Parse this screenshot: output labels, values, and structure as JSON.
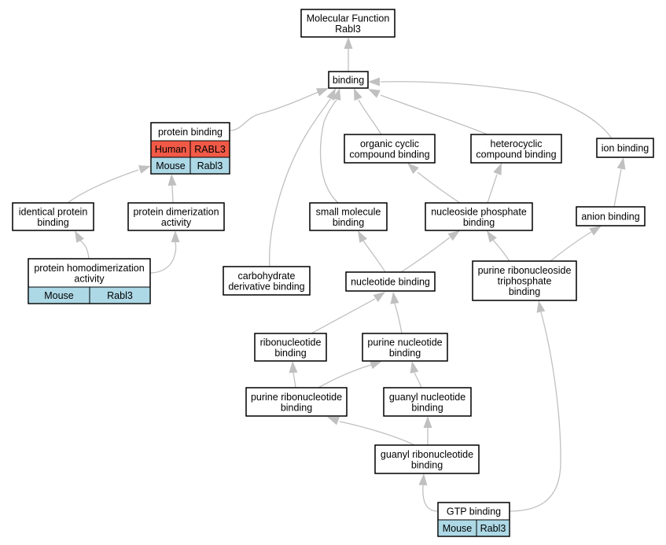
{
  "colors": {
    "human": "#f25a47",
    "mouse": "#add8e6",
    "edge": "#c0c0c0"
  },
  "nodes": {
    "molecular_function": {
      "lines": [
        "Molecular Function",
        "Rabl3"
      ]
    },
    "binding": {
      "lines": [
        "binding"
      ]
    },
    "protein_binding": {
      "lines": [
        "protein binding"
      ],
      "annotations": [
        {
          "species": "Human",
          "gene": "RABL3"
        },
        {
          "species": "Mouse",
          "gene": "Rabl3"
        }
      ]
    },
    "organic_cyclic": {
      "lines": [
        "organic cyclic",
        "compound binding"
      ]
    },
    "heterocyclic": {
      "lines": [
        "heterocyclic",
        "compound binding"
      ]
    },
    "ion_binding": {
      "lines": [
        "ion binding"
      ]
    },
    "identical_protein": {
      "lines": [
        "identical protein",
        "binding"
      ]
    },
    "protein_dimerization": {
      "lines": [
        "protein dimerization",
        "activity"
      ]
    },
    "small_molecule": {
      "lines": [
        "small molecule",
        "binding"
      ]
    },
    "nucleoside_phosphate": {
      "lines": [
        "nucleoside phosphate",
        "binding"
      ]
    },
    "anion_binding": {
      "lines": [
        "anion binding"
      ]
    },
    "protein_homodimerization": {
      "lines": [
        "protein homodimerization",
        "activity"
      ],
      "annotations": [
        {
          "species": "Mouse",
          "gene": "Rabl3"
        }
      ]
    },
    "carbohydrate_derivative": {
      "lines": [
        "carbohydrate",
        "derivative binding"
      ]
    },
    "nucleotide_binding": {
      "lines": [
        "nucleotide binding"
      ]
    },
    "purine_ribonucleoside_triphosphate": {
      "lines": [
        "purine ribonucleoside",
        "triphosphate",
        "binding"
      ]
    },
    "ribonucleotide_binding": {
      "lines": [
        "ribonucleotide",
        "binding"
      ]
    },
    "purine_nucleotide": {
      "lines": [
        "purine nucleotide",
        "binding"
      ]
    },
    "purine_ribonucleotide": {
      "lines": [
        "purine ribonucleotide",
        "binding"
      ]
    },
    "guanyl_nucleotide": {
      "lines": [
        "guanyl nucleotide",
        "binding"
      ]
    },
    "guanyl_ribonucleotide": {
      "lines": [
        "guanyl ribonucleotide",
        "binding"
      ]
    },
    "gtp_binding": {
      "lines": [
        "GTP binding"
      ],
      "annotations": [
        {
          "species": "Mouse",
          "gene": "Rabl3"
        }
      ]
    }
  },
  "edges": [
    {
      "from": "binding",
      "to": "molecular_function"
    },
    {
      "from": "protein_binding",
      "to": "binding"
    },
    {
      "from": "organic_cyclic",
      "to": "binding"
    },
    {
      "from": "heterocyclic",
      "to": "binding"
    },
    {
      "from": "ion_binding",
      "to": "binding"
    },
    {
      "from": "small_molecule",
      "to": "binding"
    },
    {
      "from": "carbohydrate_derivative",
      "to": "binding"
    },
    {
      "from": "identical_protein",
      "to": "protein_binding"
    },
    {
      "from": "protein_dimerization",
      "to": "protein_binding"
    },
    {
      "from": "protein_homodimerization",
      "to": "identical_protein"
    },
    {
      "from": "protein_homodimerization",
      "to": "protein_dimerization"
    },
    {
      "from": "nucleoside_phosphate",
      "to": "organic_cyclic"
    },
    {
      "from": "nucleoside_phosphate",
      "to": "heterocyclic"
    },
    {
      "from": "anion_binding",
      "to": "ion_binding"
    },
    {
      "from": "nucleotide_binding",
      "to": "small_molecule"
    },
    {
      "from": "nucleotide_binding",
      "to": "nucleoside_phosphate"
    },
    {
      "from": "purine_ribonucleoside_triphosphate",
      "to": "nucleoside_phosphate"
    },
    {
      "from": "purine_ribonucleoside_triphosphate",
      "to": "anion_binding"
    },
    {
      "from": "ribonucleotide_binding",
      "to": "nucleotide_binding"
    },
    {
      "from": "purine_nucleotide",
      "to": "nucleotide_binding"
    },
    {
      "from": "purine_ribonucleotide",
      "to": "ribonucleotide_binding"
    },
    {
      "from": "purine_ribonucleotide",
      "to": "purine_nucleotide"
    },
    {
      "from": "guanyl_nucleotide",
      "to": "purine_nucleotide"
    },
    {
      "from": "guanyl_ribonucleotide",
      "to": "purine_ribonucleotide"
    },
    {
      "from": "guanyl_ribonucleotide",
      "to": "guanyl_nucleotide"
    },
    {
      "from": "gtp_binding",
      "to": "guanyl_ribonucleotide"
    },
    {
      "from": "gtp_binding",
      "to": "purine_ribonucleoside_triphosphate"
    }
  ]
}
